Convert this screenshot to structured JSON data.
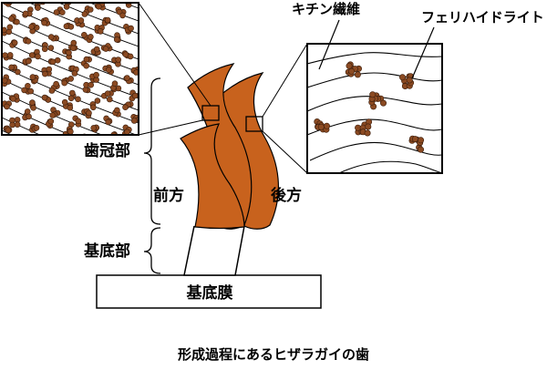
{
  "labels": {
    "crown": "歯冠部",
    "front": "前方",
    "back": "後方",
    "base": "基底部",
    "basal_membrane": "基底膜",
    "chitin_fiber": "キチン繊維",
    "ferrihydrite": "フェリハイドライト"
  },
  "caption": "形成過程にあるヒザラガイの歯",
  "colors": {
    "tooth_fill": "#c8621d",
    "cluster_fill": "#8b4a22",
    "line": "#000000"
  }
}
